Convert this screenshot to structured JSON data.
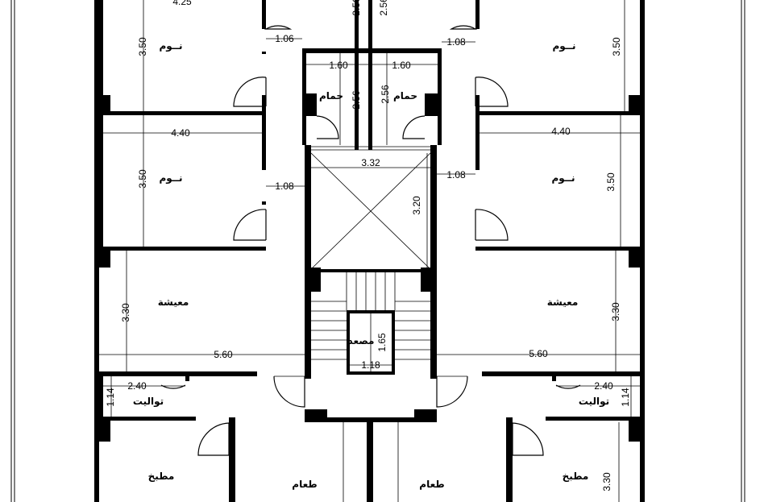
{
  "rooms": {
    "bed_top_left": "نــوم",
    "bed_top_right": "نــوم",
    "bed_mid_left": "نــوم",
    "bed_mid_right": "نــوم",
    "bath_left": "حمام",
    "bath_right": "حمام",
    "living_left": "معيشة",
    "living_right": "معيشة",
    "toilet_left": "تواليت",
    "toilet_right": "تواليت",
    "kitchen_left": "مطبخ",
    "kitchen_right": "مطبخ",
    "dining_left": "طعام",
    "dining_right": "طعام",
    "elevator": "مصعد"
  },
  "dims": {
    "top_left_width": "4.25",
    "top_left_height": "3.50",
    "top_left_door": "1.06",
    "top_right_door": "1.08",
    "top_right_height": "3.50",
    "shaft_left": "2.56",
    "shaft_right": "2.56",
    "bath_left_width": "1.60",
    "bath_right_width": "1.60",
    "bath_left_height": "2.56",
    "bath_right_height": "2.56",
    "mid_left_width": "4.40",
    "mid_left_height": "3.50",
    "mid_left_door": "1.08",
    "mid_right_width": "4.40",
    "mid_right_height": "3.50",
    "mid_right_door": "1.08",
    "core_width": "3.32",
    "core_height": "3.20",
    "living_left_height": "3.30",
    "living_left_width": "5.60",
    "living_right_height": "3.30",
    "living_right_width": "5.60",
    "elevator_height": "1.65",
    "elevator_width": "1.18",
    "toilet_left_width": "2.40",
    "toilet_left_height": "1.14",
    "toilet_right_width": "2.40",
    "toilet_right_height": "1.14",
    "kitchen_right_height": "3.30"
  }
}
